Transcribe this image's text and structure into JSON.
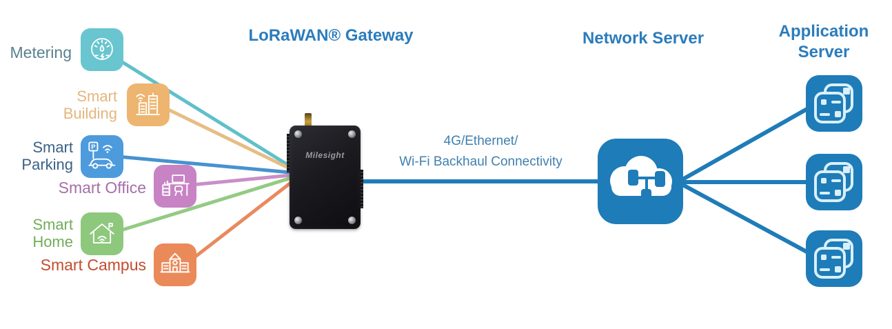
{
  "diagram": {
    "titles": {
      "gateway": "LoRaWAN® Gateway",
      "network_server": "Network Server",
      "application_server_line1": "Application",
      "application_server_line2": "Server"
    },
    "backhaul": {
      "line1": "4G/Ethernet/",
      "line2": "Wi-Fi Backhaul Connectivity"
    },
    "gateway_device": {
      "brand": "Milesight"
    },
    "applications": [
      {
        "id": "metering",
        "lines": [
          "Metering"
        ],
        "label_color": "#58808f",
        "icon_color": "#69c5cf",
        "line_color": "#5fc0ca",
        "icon": "metering-gauge-icon"
      },
      {
        "id": "smart-building",
        "lines": [
          "Smart",
          "Building"
        ],
        "label_color": "#e4b67e",
        "icon_color": "#edb56f",
        "line_color": "#e7bd85",
        "icon": "smart-building-icon"
      },
      {
        "id": "smart-parking",
        "lines": [
          "Smart",
          "Parking"
        ],
        "label_color": "#3a6286",
        "icon_color": "#4d9bdd",
        "line_color": "#4792cf",
        "icon": "smart-parking-icon"
      },
      {
        "id": "smart-office",
        "lines": [
          "Smart Office"
        ],
        "label_color": "#a56fa9",
        "icon_color": "#c783c4",
        "line_color": "#c98fc6",
        "icon": "smart-office-icon"
      },
      {
        "id": "smart-home",
        "lines": [
          "Smart",
          "Home"
        ],
        "label_color": "#70ad5a",
        "icon_color": "#8dc87d",
        "line_color": "#93cb82",
        "icon": "smart-home-icon"
      },
      {
        "id": "smart-campus",
        "lines": [
          "Smart Campus"
        ],
        "label_color": "#c34c2e",
        "icon_color": "#ea8a59",
        "line_color": "#e88a5f",
        "icon": "smart-campus-icon"
      }
    ],
    "application_server_instances": 3,
    "colors": {
      "backbone_line": "#1e7cb8",
      "server_icon": "#1e7cb8",
      "heading_text": "#2b7cbc",
      "backhaul_text": "#3f80ae",
      "background": "#ffffff"
    }
  }
}
